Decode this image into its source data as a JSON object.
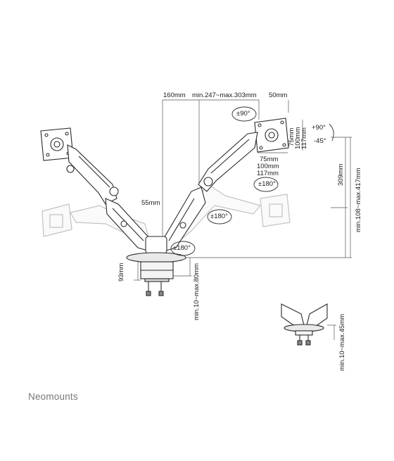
{
  "brand": "Neomounts",
  "dimensions": {
    "arm_depth": "160mm",
    "arm_reach": "min.247~max.303mm",
    "plate_offset": "50mm",
    "pole_width": "55mm",
    "clamp_height": "93mm",
    "desk_clamp_range": "min.10~max.80mm",
    "vesa_v1": "75mm",
    "vesa_v2": "100mm",
    "vesa_v3": "117mm",
    "vesa_h1": "75mm",
    "vesa_h2": "100mm",
    "vesa_h3": "117mm",
    "lift": "309mm",
    "height_range": "min.108~max.417mm",
    "grommet_range": "min.10~max.45mm"
  },
  "angles": {
    "rotate": "±90°",
    "tilt_up": "+90°",
    "tilt_down": "-45°",
    "swivel_head": "±180°",
    "swivel_arm": "±180°",
    "swivel_base": "±180°"
  },
  "colors": {
    "line": "#2a2a2a",
    "ghost": "#b8b8b8",
    "dim": "#555555",
    "brand": "#777777"
  }
}
